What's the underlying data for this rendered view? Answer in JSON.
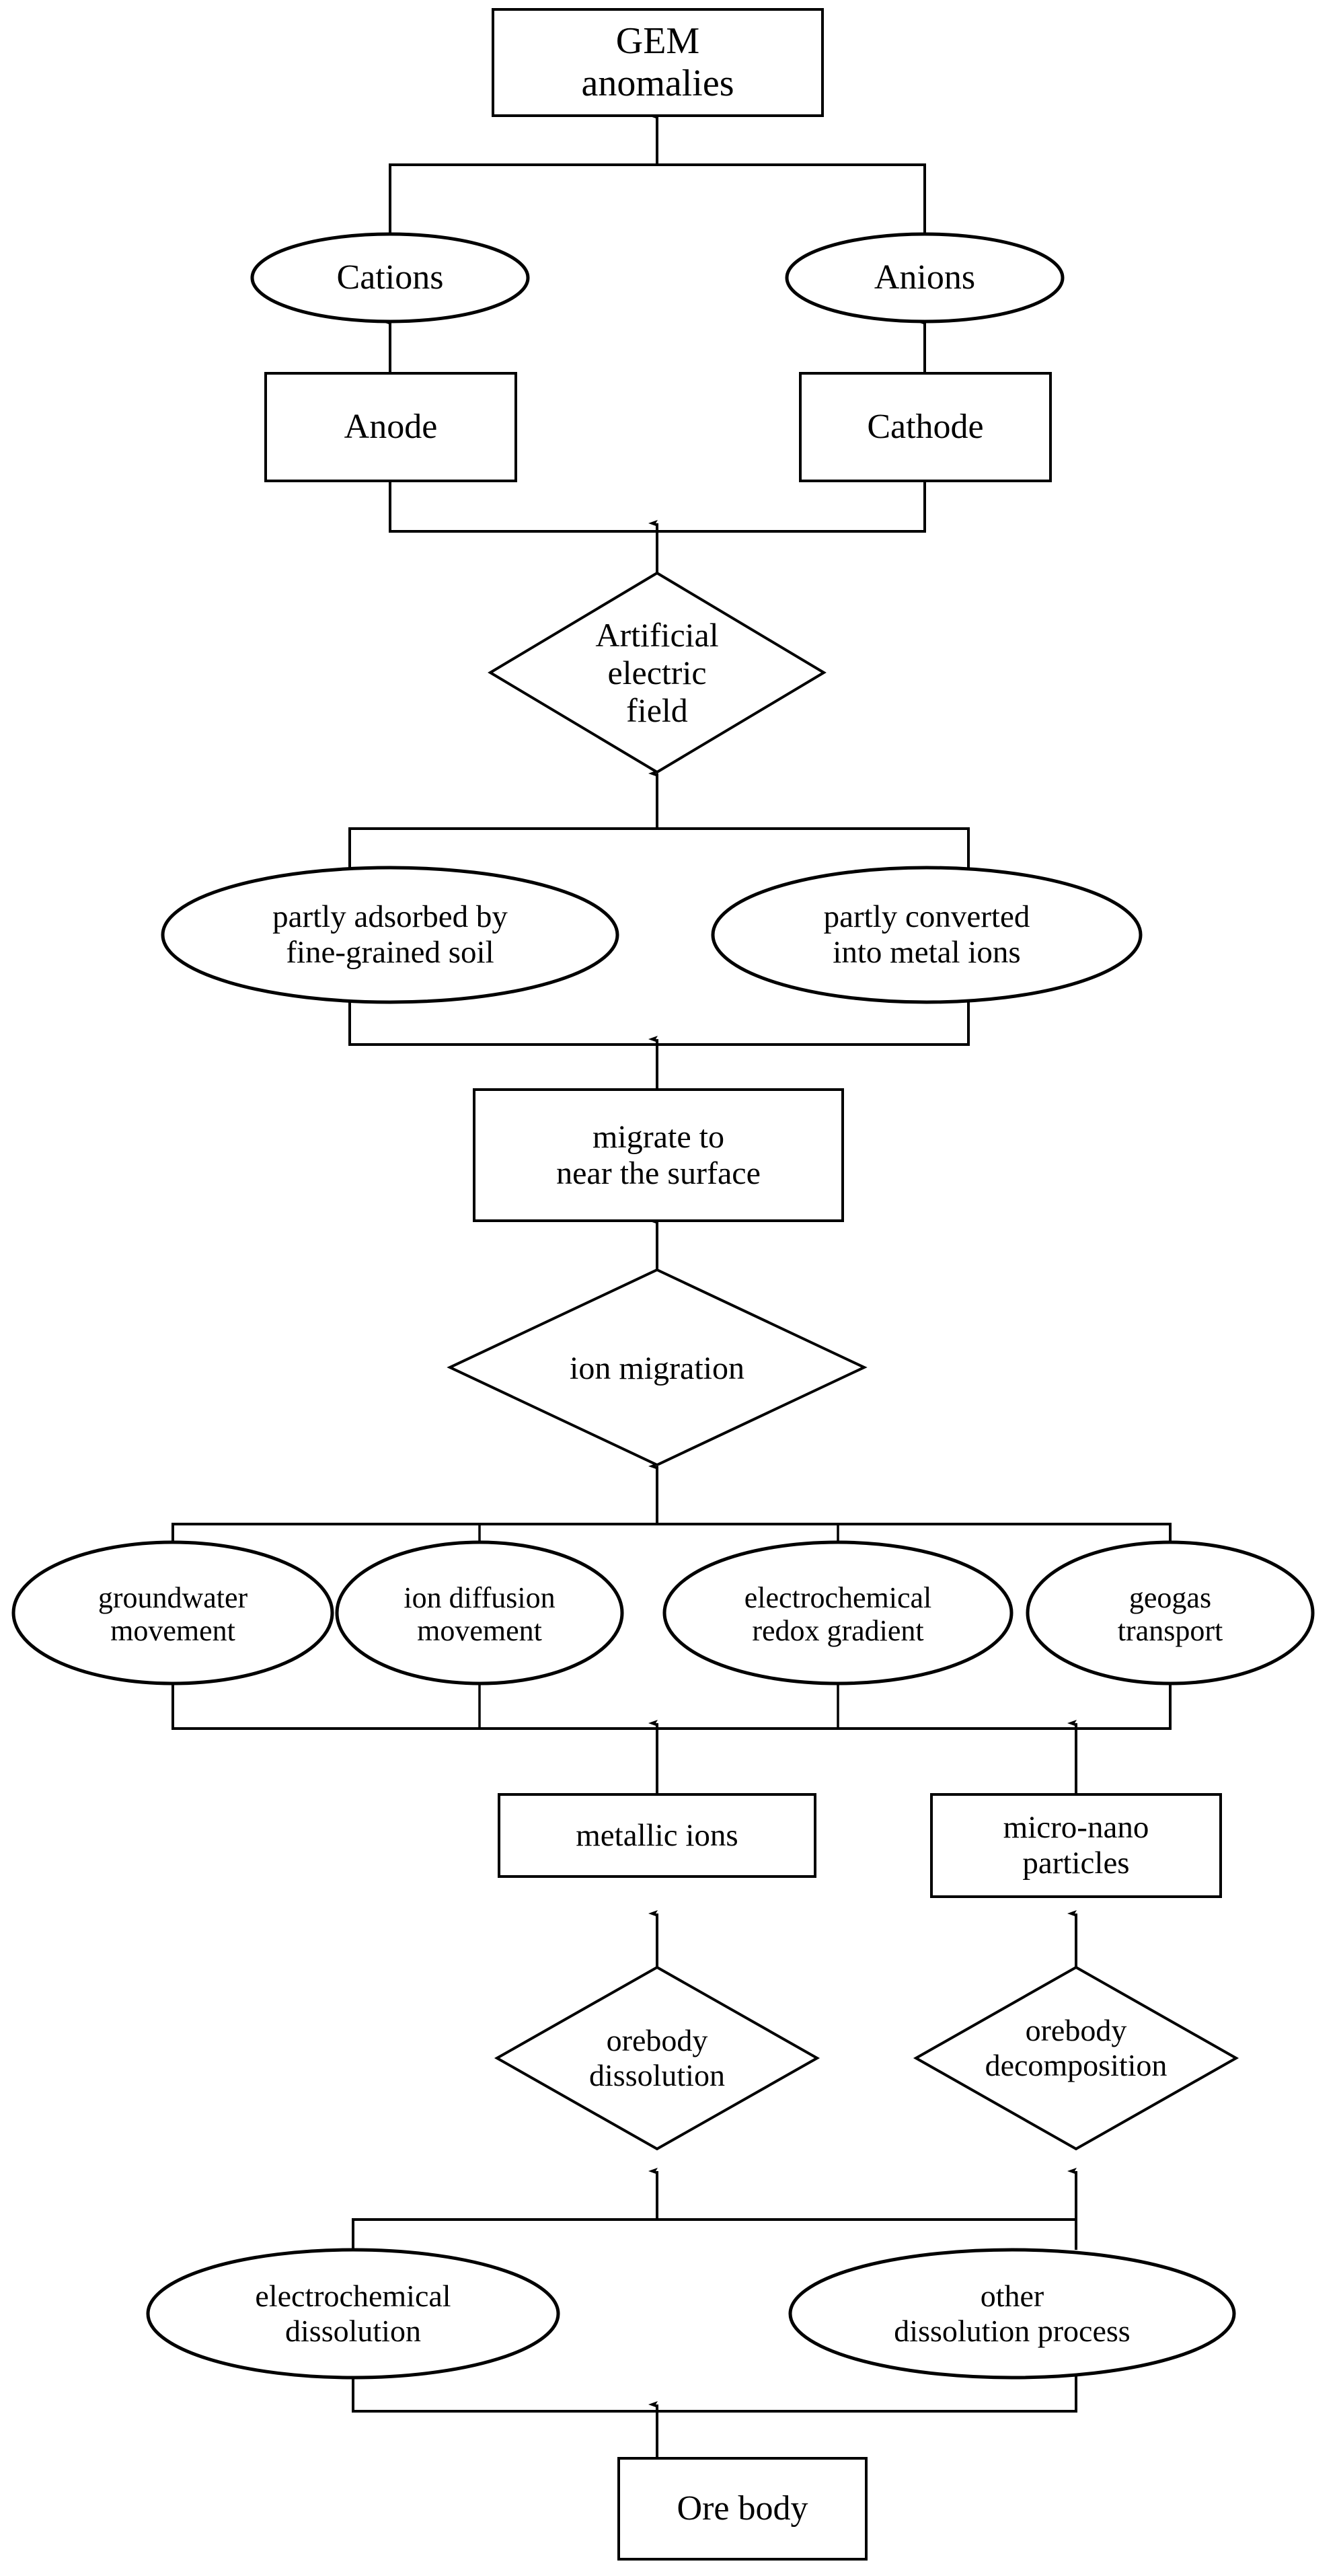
{
  "diagram": {
    "title": "GEM anomalies formation flowchart",
    "type": "flowchart",
    "background_color": "#ffffff",
    "line_color": "#000000",
    "text_color": "#000000",
    "nodes": [
      {
        "id": "gem_anomalies",
        "label": "GEM\nanomalies",
        "shape": "rect",
        "row": 1
      },
      {
        "id": "cations",
        "label": "Cations",
        "shape": "ellipse",
        "row": 2
      },
      {
        "id": "anions",
        "label": "Anions",
        "shape": "ellipse",
        "row": 2
      },
      {
        "id": "anode",
        "label": "Anode",
        "shape": "rect",
        "row": 3
      },
      {
        "id": "cathode",
        "label": "Cathode",
        "shape": "rect",
        "row": 3
      },
      {
        "id": "artificial_field",
        "label": "Artificial\nelectric\nfield",
        "shape": "diamond",
        "row": 4
      },
      {
        "id": "partly_adsorbed",
        "label": "partly adsorbed by\nfine-grained soil",
        "shape": "ellipse",
        "row": 5
      },
      {
        "id": "partly_converted",
        "label": "partly converted\ninto metal ions",
        "shape": "ellipse",
        "row": 5
      },
      {
        "id": "migrate_surface",
        "label": "migrate to\nnear the surface",
        "shape": "rect",
        "row": 6
      },
      {
        "id": "ion_migration",
        "label": "ion migration",
        "shape": "diamond",
        "row": 7
      },
      {
        "id": "groundwater_movement",
        "label": "groundwater\nmovement",
        "shape": "ellipse",
        "row": 8
      },
      {
        "id": "ion_diffusion",
        "label": "ion diffusion\nmovement",
        "shape": "ellipse",
        "row": 8
      },
      {
        "id": "redox_gradient",
        "label": "electrochemical\nredox gradient",
        "shape": "ellipse",
        "row": 8
      },
      {
        "id": "geogas_transport",
        "label": "geogas\ntransport",
        "shape": "ellipse",
        "row": 8
      },
      {
        "id": "metallic_ions",
        "label": "metallic ions",
        "shape": "rect",
        "row": 9
      },
      {
        "id": "micro_nano",
        "label": "micro-nano\nparticles",
        "shape": "rect",
        "row": 9
      },
      {
        "id": "orebody_dissolution",
        "label": "orebody\ndissolution",
        "shape": "diamond",
        "row": 10
      },
      {
        "id": "orebody_decomposition",
        "label": "orebody\ndecomposition",
        "shape": "diamond",
        "row": 10
      },
      {
        "id": "electrochem_dissol",
        "label": "electrochemical\ndissolution",
        "shape": "ellipse",
        "row": 11
      },
      {
        "id": "other_dissol",
        "label": "other\ndissolution process",
        "shape": "ellipse",
        "row": 11
      },
      {
        "id": "ore_body",
        "label": "Ore body",
        "shape": "rect",
        "row": 12
      }
    ],
    "edges": [
      {
        "from": "cations",
        "to": "gem_anomalies",
        "style": "bracket-up"
      },
      {
        "from": "anions",
        "to": "gem_anomalies",
        "style": "bracket-up"
      },
      {
        "from": "anode",
        "to": "cations",
        "style": "arrow-up"
      },
      {
        "from": "cathode",
        "to": "anions",
        "style": "arrow-up"
      },
      {
        "from": "artificial_field",
        "to": "anode",
        "style": "bracket-up"
      },
      {
        "from": "artificial_field",
        "to": "cathode",
        "style": "bracket-up"
      },
      {
        "from": "partly_adsorbed",
        "to": "artificial_field",
        "style": "bracket-up-arrow"
      },
      {
        "from": "partly_converted",
        "to": "artificial_field",
        "style": "bracket-up-arrow"
      },
      {
        "from": "migrate_surface",
        "to": "partly_adsorbed",
        "style": "bracket-up-arrow"
      },
      {
        "from": "migrate_surface",
        "to": "partly_converted",
        "style": "bracket-up-arrow"
      },
      {
        "from": "ion_migration",
        "to": "migrate_surface",
        "style": "arrow-up"
      },
      {
        "from": "groundwater_movement",
        "to": "ion_migration",
        "style": "bracket-up-arrow"
      },
      {
        "from": "ion_diffusion",
        "to": "ion_migration",
        "style": "bracket-up-arrow"
      },
      {
        "from": "redox_gradient",
        "to": "ion_migration",
        "style": "bracket-up-arrow"
      },
      {
        "from": "geogas_transport",
        "to": "ion_migration",
        "style": "bracket-up-arrow"
      },
      {
        "from": "metallic_ions",
        "to": "groundwater_movement",
        "style": "bracket-up-arrow"
      },
      {
        "from": "micro_nano",
        "to": "geogas_transport",
        "style": "bracket-up-arrow"
      },
      {
        "from": "orebody_dissolution",
        "to": "metallic_ions",
        "style": "arrow-up"
      },
      {
        "from": "orebody_decomposition",
        "to": "micro_nano",
        "style": "arrow-up"
      },
      {
        "from": "electrochem_dissol",
        "to": "orebody_dissolution",
        "style": "bracket-up-arrow"
      },
      {
        "from": "other_dissol",
        "to": "orebody_decomposition",
        "style": "bracket-up-arrow"
      },
      {
        "from": "ore_body",
        "to": "electrochem_dissol",
        "style": "bracket-up-arrow"
      }
    ]
  }
}
